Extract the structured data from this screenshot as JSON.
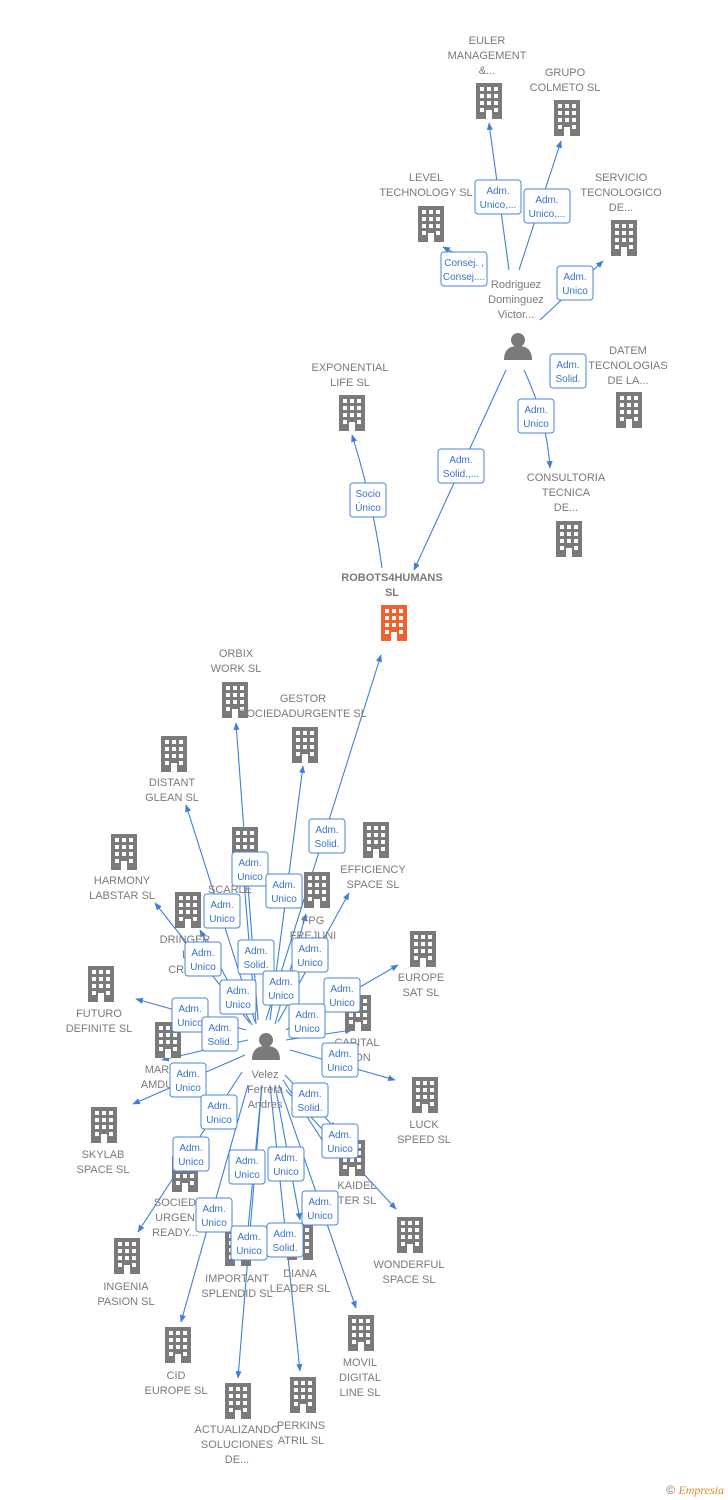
{
  "colors": {
    "edge": "#3f80d6",
    "building": "#7a7a7a",
    "focus": "#f0612d",
    "person": "#7a7a7a"
  },
  "nodes": [
    {
      "id": "euler",
      "type": "company",
      "lines": [
        "EULER",
        "MANAGEMENT",
        "&..."
      ]
    },
    {
      "id": "colmeto",
      "type": "company",
      "lines": [
        "GRUPO",
        "COLMETO  SL"
      ]
    },
    {
      "id": "level",
      "type": "company",
      "lines": [
        "LEVEL",
        "TECHNOLOGY SL"
      ]
    },
    {
      "id": "servicio",
      "type": "company",
      "lines": [
        "SERVICIO",
        "TECNOLOGICO",
        "DE..."
      ]
    },
    {
      "id": "rodriguez",
      "type": "person",
      "lines": [
        "Rodriguez",
        "Dominguez",
        "Victor..."
      ]
    },
    {
      "id": "exponential",
      "type": "company",
      "lines": [
        "EXPONENTIAL",
        "LIFE  SL"
      ]
    },
    {
      "id": "datem",
      "type": "company",
      "lines": [
        "DATEM",
        "TECNOLOGIAS",
        "DE LA..."
      ]
    },
    {
      "id": "consultoria",
      "type": "company",
      "lines": [
        "CONSULTORIA",
        "TECNICA",
        "DE..."
      ]
    },
    {
      "id": "robots",
      "type": "focus",
      "lines": [
        "ROBOTS4HUMANS",
        "SL"
      ]
    },
    {
      "id": "orbix",
      "type": "company",
      "lines": [
        "ORBIX",
        "WORK  SL"
      ]
    },
    {
      "id": "gestor",
      "type": "company",
      "lines": [
        "GESTOR",
        "SOCIEDADURGENTE SL"
      ]
    },
    {
      "id": "distant",
      "type": "company",
      "lines": [
        "DISTANT",
        "GLEAN  SL"
      ]
    },
    {
      "id": "efficiency",
      "type": "company",
      "lines": [
        "EFFICIENCY",
        "SPACE  SL"
      ]
    },
    {
      "id": "harmony",
      "type": "company",
      "lines": [
        "HARMONY",
        "LABSTAR SL"
      ]
    },
    {
      "id": "scarle",
      "type": "company",
      "lines": [
        "SCARLE"
      ]
    },
    {
      "id": "fpg",
      "type": "company",
      "lines": [
        "FPG",
        "FREJUNI",
        "G"
      ]
    },
    {
      "id": "dringer",
      "type": "company",
      "lines": [
        "DRINGER",
        "L",
        "CRIVE"
      ]
    },
    {
      "id": "europe_sat",
      "type": "company",
      "lines": [
        "EUROPE",
        "SAT  SL"
      ]
    },
    {
      "id": "futuro",
      "type": "company",
      "lines": [
        "FUTURO",
        "DEFINITE  SL"
      ]
    },
    {
      "id": "capital",
      "type": "company",
      "lines": [
        "CAPITAL",
        "CION"
      ]
    },
    {
      "id": "mar",
      "type": "company",
      "lines": [
        "MAR",
        "AMDU"
      ]
    },
    {
      "id": "velez",
      "type": "person",
      "lines": [
        "Velez",
        "Ferrera",
        "Andres"
      ]
    },
    {
      "id": "luck",
      "type": "company",
      "lines": [
        "LUCK",
        "SPEED  SL"
      ]
    },
    {
      "id": "skylab",
      "type": "company",
      "lines": [
        "SKYLAB",
        "SPACE  SL"
      ]
    },
    {
      "id": "kaidel",
      "type": "company",
      "lines": [
        "KAIDEL",
        "TER  SL"
      ]
    },
    {
      "id": "socied",
      "type": "company",
      "lines": [
        "SOCIED",
        "URGEN",
        "READY..."
      ]
    },
    {
      "id": "wonderful",
      "type": "company",
      "lines": [
        "WONDERFUL",
        "SPACE  SL"
      ]
    },
    {
      "id": "ingenia",
      "type": "company",
      "lines": [
        "INGENIA",
        "PASION  SL"
      ]
    },
    {
      "id": "important",
      "type": "company",
      "lines": [
        "IMPORTANT",
        "SPLENDID  SL"
      ]
    },
    {
      "id": "diana",
      "type": "company",
      "lines": [
        "DIANA",
        "LEADER  SL"
      ]
    },
    {
      "id": "movil",
      "type": "company",
      "lines": [
        "MOVIL",
        "DIGITAL",
        "LINE SL"
      ]
    },
    {
      "id": "cid",
      "type": "company",
      "lines": [
        "CID",
        "EUROPE  SL"
      ]
    },
    {
      "id": "actualizando",
      "type": "company",
      "lines": [
        "ACTUALIZANDO",
        "SOLUCIONES",
        "DE..."
      ]
    },
    {
      "id": "perkins",
      "type": "company",
      "lines": [
        "PERKINS",
        "ATRIL  SL"
      ]
    }
  ],
  "roles": [
    {
      "id": "r1",
      "lines": [
        "Adm.",
        "Unico,..."
      ]
    },
    {
      "id": "r2",
      "lines": [
        "Adm.",
        "Unico,..."
      ]
    },
    {
      "id": "r3",
      "lines": [
        "Consej. ,",
        "Consej...."
      ]
    },
    {
      "id": "r4",
      "lines": [
        "Adm.",
        "Unico"
      ]
    },
    {
      "id": "r5",
      "lines": [
        "Adm.",
        "Solid."
      ]
    },
    {
      "id": "r6",
      "lines": [
        "Adm.",
        "Unico"
      ]
    },
    {
      "id": "r7",
      "lines": [
        "Adm.",
        "Solid.,..."
      ]
    },
    {
      "id": "r8",
      "lines": [
        "Socio",
        "Único"
      ]
    },
    {
      "id": "r9",
      "lines": [
        "Adm.",
        "Solid."
      ]
    },
    {
      "id": "r10",
      "lines": [
        "Adm.",
        "Unico"
      ]
    },
    {
      "id": "r11",
      "lines": [
        "Adm.",
        "Unico"
      ]
    },
    {
      "id": "r12",
      "lines": [
        "Adm.",
        "Unico"
      ]
    },
    {
      "id": "r13",
      "lines": [
        "Adm.",
        "Solid."
      ]
    },
    {
      "id": "r14",
      "lines": [
        "Adm.",
        "Unico"
      ]
    },
    {
      "id": "r15",
      "lines": [
        "Adm.",
        "Unico"
      ]
    },
    {
      "id": "r16",
      "lines": [
        "Adm.",
        "Unico"
      ]
    },
    {
      "id": "r17",
      "lines": [
        "Adm.",
        "Unico"
      ]
    },
    {
      "id": "r18",
      "lines": [
        "Adm.",
        "Unico"
      ]
    },
    {
      "id": "r19",
      "lines": [
        "Adm.",
        "Unico"
      ]
    },
    {
      "id": "r20",
      "lines": [
        "Adm.",
        "Solid."
      ]
    },
    {
      "id": "r21",
      "lines": [
        "Adm.",
        "Unico"
      ]
    },
    {
      "id": "r22",
      "lines": [
        "Adm.",
        "Unico"
      ]
    },
    {
      "id": "r23",
      "lines": [
        "Adm.",
        "Unico"
      ]
    },
    {
      "id": "r24",
      "lines": [
        "Adm.",
        "Unico"
      ]
    },
    {
      "id": "r25",
      "lines": [
        "Adm.",
        "Solid."
      ]
    },
    {
      "id": "r26",
      "lines": [
        "Adm.",
        "Unico"
      ]
    },
    {
      "id": "r27",
      "lines": [
        "Adm.",
        "Unico"
      ]
    },
    {
      "id": "r28",
      "lines": [
        "Adm.",
        "Unico"
      ]
    },
    {
      "id": "r29",
      "lines": [
        "Adm.",
        "Unico"
      ]
    },
    {
      "id": "r30",
      "lines": [
        "Adm.",
        "Unico"
      ]
    },
    {
      "id": "r31",
      "lines": [
        "Adm.",
        "Unico"
      ]
    },
    {
      "id": "r32",
      "lines": [
        "Adm.",
        "Unico"
      ]
    },
    {
      "id": "r33",
      "lines": [
        "Adm.",
        "Solid."
      ]
    }
  ],
  "watermark": {
    "symbol": "©",
    "brand": "Empresia"
  }
}
